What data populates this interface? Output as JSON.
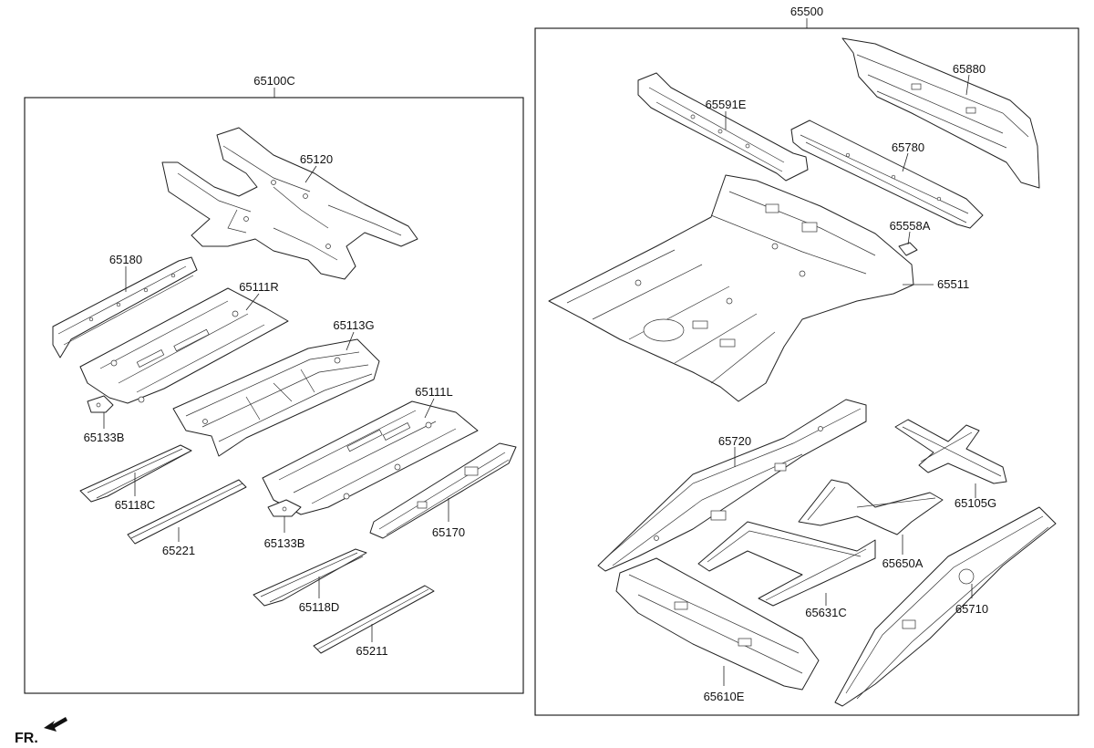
{
  "groups": {
    "front": "65100C",
    "rear": "65500"
  },
  "parts": {
    "p65120": "65120",
    "p65180": "65180",
    "p65111R": "65111R",
    "p65113G": "65113G",
    "p65111L": "65111L",
    "p65133B_a": "65133B",
    "p65133B_b": "65133B",
    "p65118C": "65118C",
    "p65118D": "65118D",
    "p65221": "65221",
    "p65170": "65170",
    "p65211": "65211",
    "p65591E": "65591E",
    "p65880": "65880",
    "p65780": "65780",
    "p65558A": "65558A",
    "p65511": "65511",
    "p65720": "65720",
    "p65105G": "65105G",
    "p65650A": "65650A",
    "p65631C": "65631C",
    "p65710": "65710",
    "p65610E": "65610E"
  },
  "direction": {
    "label": "FR.",
    "icon": "front-arrow-icon"
  }
}
